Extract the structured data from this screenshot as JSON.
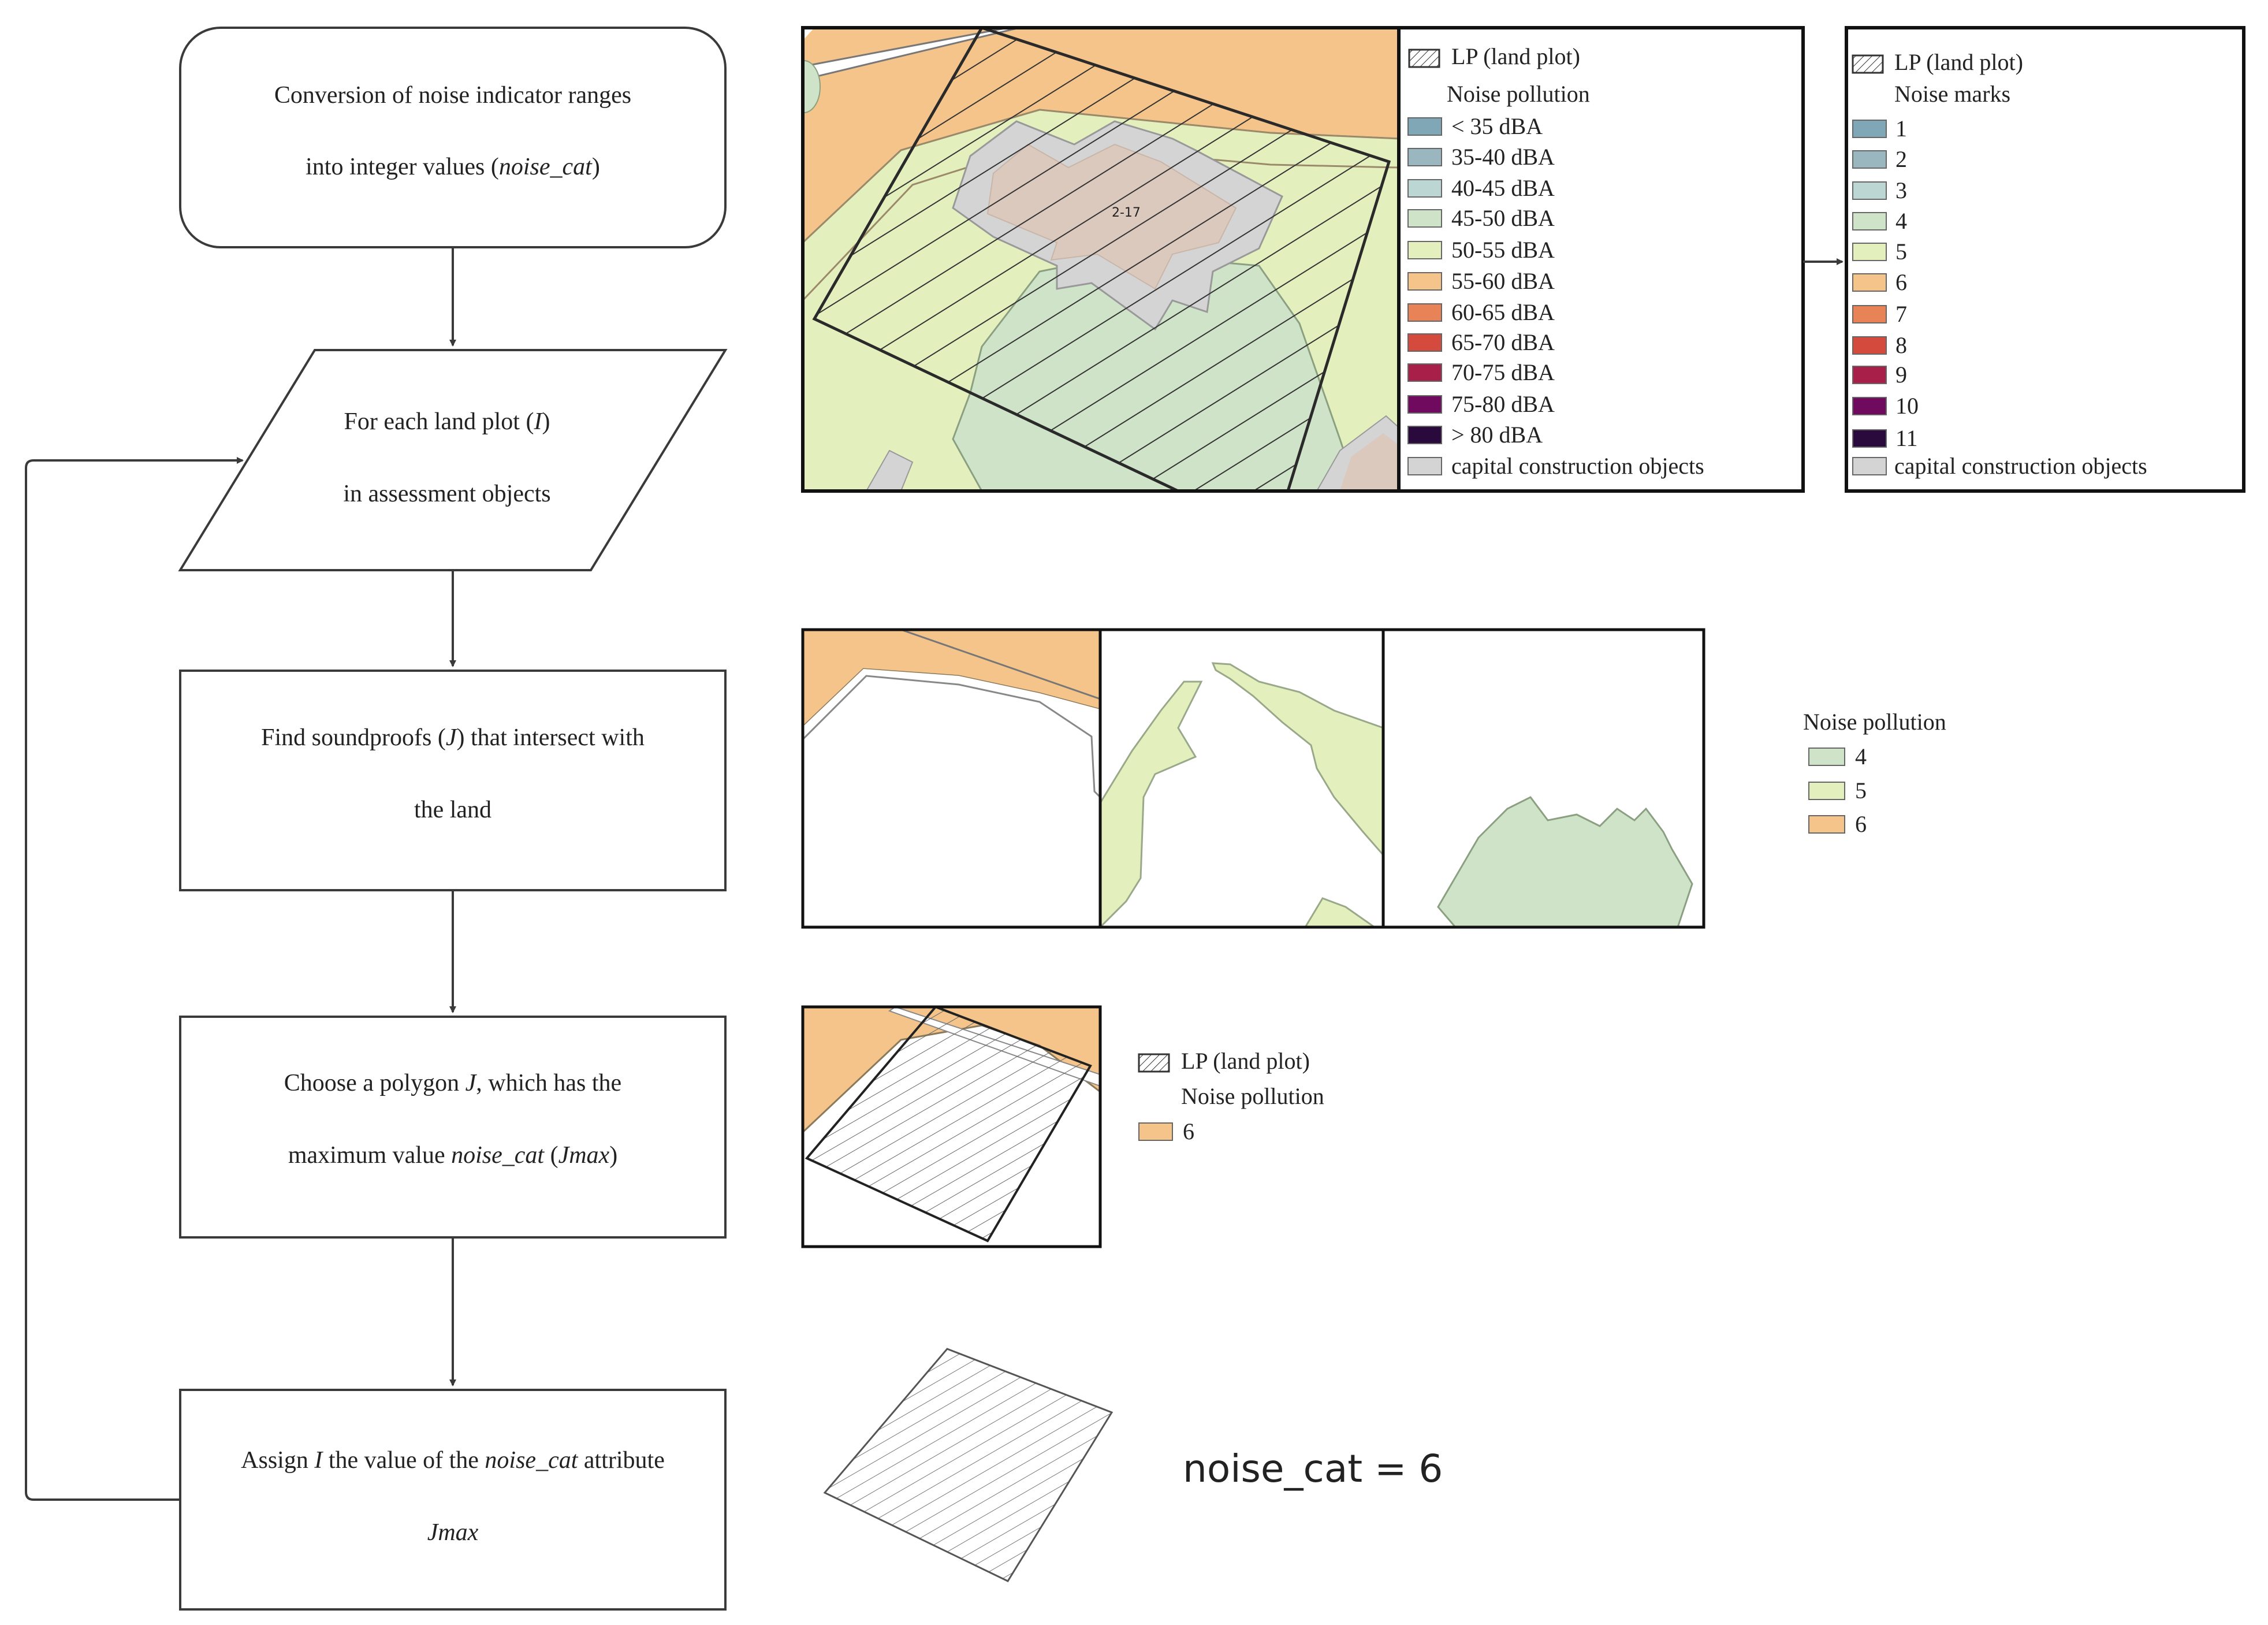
{
  "flowchart": {
    "start": {
      "line1": "Conversion of noise indicator ranges",
      "line2_pre": "into integer values (",
      "line2_em": "noise_cat",
      "line2_post": ")"
    },
    "loop": {
      "line1_pre": "For each land plot (",
      "line1_em": "I",
      "line1_post": ")",
      "line2": "in assessment objects"
    },
    "find": {
      "line1_pre": "Find soundproofs (",
      "line1_em": "J",
      "line1_post": ") that intersect with",
      "line2": "the land"
    },
    "choose": {
      "line1_pre": "Choose a polygon ",
      "line1_em": "J",
      "line1_post": ", which has the",
      "line2_pre": "maximum value ",
      "line2_em1": "noise_cat",
      "line2_mid": " (",
      "line2_em2": "Jmax",
      "line2_post": ")"
    },
    "assign": {
      "line1_pre": "Assign ",
      "line1_em1": "I",
      "line1_mid": " the value of the ",
      "line1_em2": "noise_cat",
      "line1_post": " attribute",
      "line2_em": "Jmax"
    }
  },
  "legend_noise_pollution": {
    "lp_label": "LP (land plot)",
    "title": "Noise pollution",
    "classes": [
      {
        "label": "< 35 dBA",
        "color": "#7fa7b5"
      },
      {
        "label": "35-40 dBA",
        "color": "#9ab7c0"
      },
      {
        "label": "40-45 dBA",
        "color": "#bcd7d3"
      },
      {
        "label": "45-50 dBA",
        "color": "#cfe3c8"
      },
      {
        "label": "50-55 dBA",
        "color": "#e4efbe"
      },
      {
        "label": "55-60 dBA",
        "color": "#f5c48a"
      },
      {
        "label": "60-65 dBA",
        "color": "#e88357"
      },
      {
        "label": "65-70 dBA",
        "color": "#d44b3e"
      },
      {
        "label": "70-75 dBA",
        "color": "#a8204a"
      },
      {
        "label": "75-80 dBA",
        "color": "#6f0a5e"
      },
      {
        "label": "> 80 dBA",
        "color": "#2a0a3d"
      },
      {
        "label": "capital construction objects",
        "color": "#d4d4d4"
      }
    ]
  },
  "legend_noise_marks": {
    "lp_label": "LP (land plot)",
    "title": "Noise marks",
    "classes": [
      "1",
      "2",
      "3",
      "4",
      "5",
      "6",
      "7",
      "8",
      "9",
      "10",
      "11",
      "capital construction objects"
    ]
  },
  "legend_intersect": {
    "title": "Noise pollution",
    "items": [
      {
        "label": "4",
        "color": "#cfe3c8"
      },
      {
        "label": "5",
        "color": "#e4efbe"
      },
      {
        "label": "6",
        "color": "#f5c48a"
      }
    ]
  },
  "legend_max": {
    "lp_label": "LP (land plot)",
    "title": "Noise pollution",
    "items": [
      {
        "label": "6",
        "color": "#f5c48a"
      }
    ]
  },
  "result": {
    "label": "noise_cat = 6"
  },
  "colors": {
    "orange": "#f5c48a",
    "light_green": "#e4efbe",
    "green": "#cfe3c8",
    "gray_building": "#d4d4d4",
    "building_inner": "#dbc9bd",
    "line": "#3a3a3a"
  }
}
